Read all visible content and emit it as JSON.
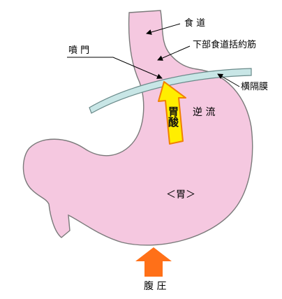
{
  "labels": {
    "esophagus": "食 道",
    "les": "下部食道括約筋",
    "cardia": "噴 門",
    "diaphragm": "横隔膜",
    "reflux": "逆 流",
    "acid": "胃酸",
    "stomach": "＜胃＞",
    "pressure": "腹 圧"
  },
  "colors": {
    "stomach_fill": "#f5c8e0",
    "stomach_outline": "#7a7a7a",
    "diaphragm_fill": "#c8e6e6",
    "acid_arrow_fill": "#ffee00",
    "acid_arrow_stroke": "#f08000",
    "pressure_arrow_fill": "#ff7018"
  }
}
